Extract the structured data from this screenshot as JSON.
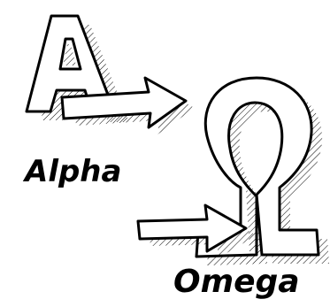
{
  "illustration": {
    "labels": {
      "alpha": "Alpha",
      "omega": "Omega"
    },
    "glyphs": {
      "alpha_letter": "A",
      "omega_letter": "Ω"
    },
    "colors": {
      "ink": "#000000",
      "paper": "#ffffff"
    },
    "icons": [
      "letter-a-glyph",
      "right-arrow-icon",
      "omega-glyph",
      "right-arrow-icon"
    ]
  }
}
